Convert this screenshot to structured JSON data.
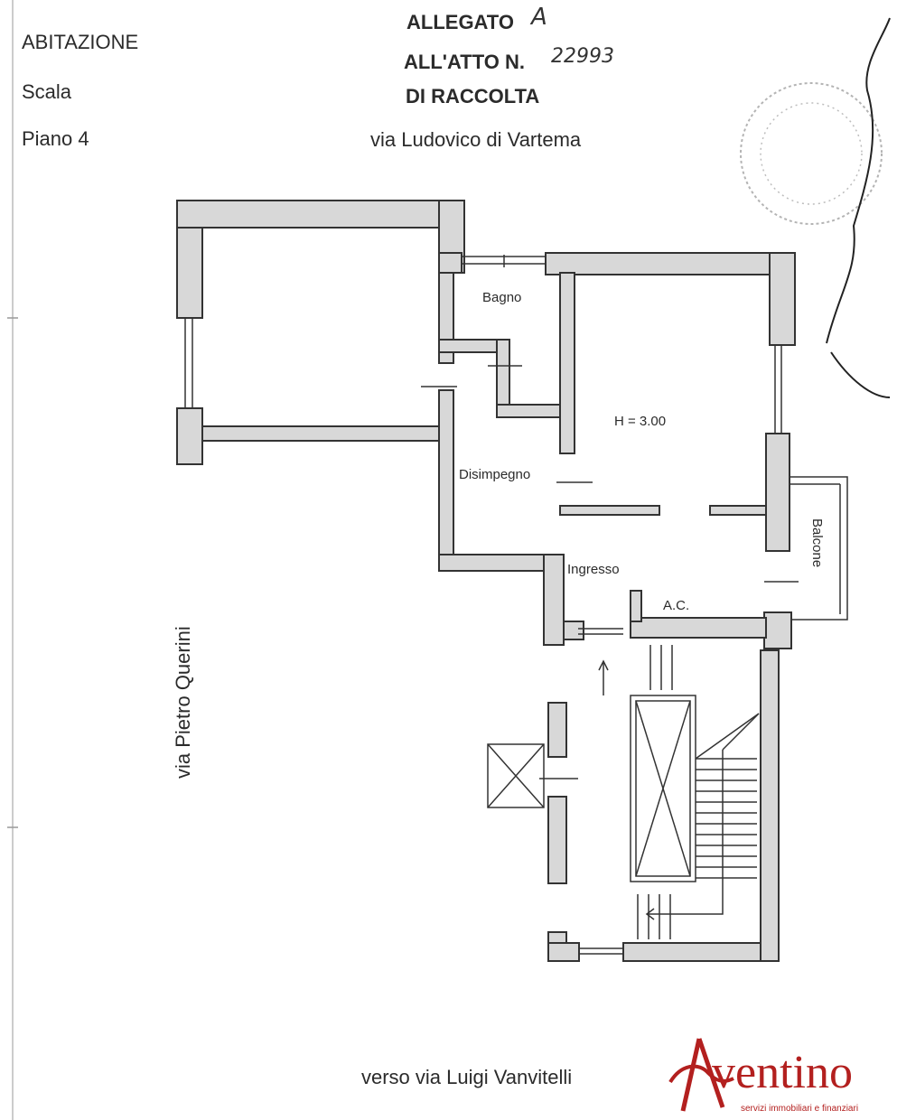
{
  "header": {
    "unit_type": "ABITAZIONE",
    "stair_label": "Scala",
    "floor_label": "Piano 4",
    "attachment_line1": "ALLEGATO",
    "attachment_letter": "A",
    "attachment_line2": "ALL'ATTO N.",
    "act_number": "22993",
    "attachment_line3": "DI RACCOLTA",
    "street_top": "via Ludovico di Vartema"
  },
  "rooms": {
    "bathroom": "Bagno",
    "hallway": "Disimpegno",
    "height": "H = 3.00",
    "entrance": "Ingresso",
    "ac": "A.C.",
    "balcony": "Balcone"
  },
  "streets": {
    "left": "via Pietro Querini",
    "bottom": "verso via Luigi Vanvitelli"
  },
  "logo": {
    "initial": "A",
    "word": "ventino",
    "tagline": "servizi immobiliari e finanziari",
    "color": "#b3201f"
  },
  "colors": {
    "wall_fill": "#d8d8d8",
    "line": "#333333"
  }
}
